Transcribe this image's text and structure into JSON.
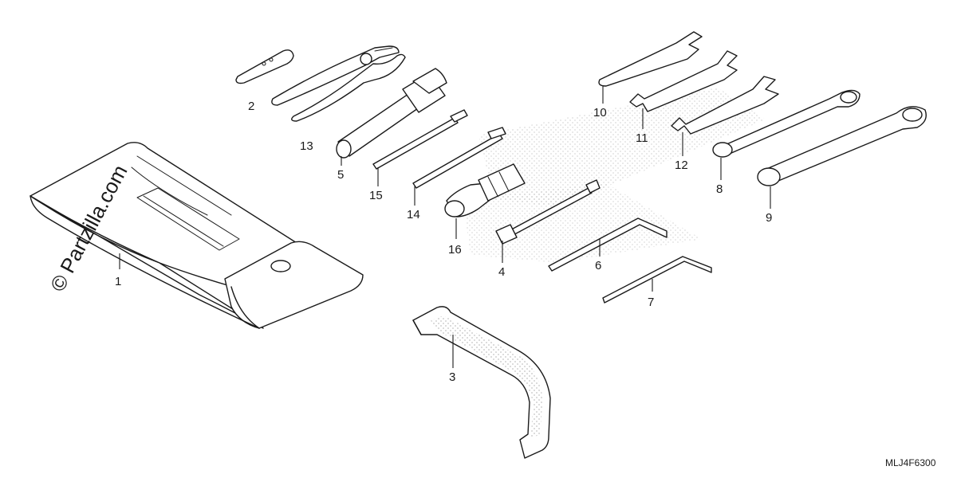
{
  "watermark": "© Partzilla.com",
  "diagram_code": "MLJ4F6300",
  "callouts": [
    "1",
    "2",
    "3",
    "4",
    "5",
    "6",
    "7",
    "8",
    "9",
    "10",
    "11",
    "12",
    "13",
    "14",
    "15",
    "16"
  ]
}
